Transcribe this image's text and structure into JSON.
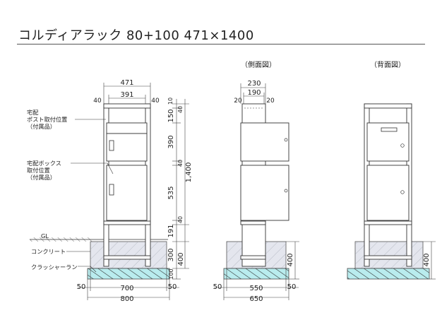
{
  "title": "コルディアラック  80+100    471×1400",
  "views": {
    "side": "（側面図）",
    "back": "（背面図）"
  },
  "labels": {
    "takuhai_post_1": "宅配",
    "takuhai_post_2": "ポスト取付位置",
    "takuhai_post_3": "（付属品）",
    "takuhai_box_1": "宅配ボックス",
    "takuhai_box_2": "取付位置",
    "takuhai_box_3": "（付属品）",
    "gl": "GL",
    "concrete": "コンクリート",
    "crusher_run": "クラッシャーラン"
  },
  "front_dims": {
    "top_total": "471",
    "top_inner": "391",
    "left_post": "40",
    "right_post": "40",
    "v_10": "10",
    "v_40_top": "40",
    "v_150": "150",
    "v_390": "390",
    "v_40_mid": "40",
    "v_535": "535",
    "v_40_low": "40",
    "v_191": "191",
    "v_300": "300",
    "v_100": "100",
    "v_1400": "1,400",
    "v_400": "400",
    "bottom_50_l": "50",
    "bottom_700": "700",
    "bottom_50_r": "50",
    "bottom_800": "800"
  },
  "side_dims": {
    "top_230": "230",
    "top_20_l": "20",
    "top_190": "190",
    "top_20_r": "20",
    "v_400": "400",
    "bottom_50_l": "50",
    "bottom_550": "550",
    "bottom_50_r": "50",
    "bottom_650": "650"
  },
  "back_dims": {
    "v_400": "400"
  }
}
